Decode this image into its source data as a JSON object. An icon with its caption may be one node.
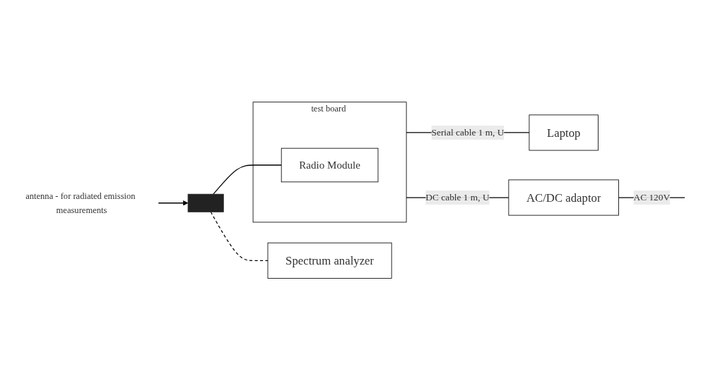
{
  "diagram": {
    "nodes": [
      {
        "text": [
          "antenna - for radiated emission measurements"
        ]
      },
      {
        "text": [],
        "shape": "bar"
      },
      {
        "text": [
          "test board"
        ]
      },
      {
        "text": [
          "Radio Module"
        ],
        "in": 2
      },
      {
        "text": [
          "Laptop"
        ]
      },
      {
        "text": [
          "AC/DC adaptor"
        ]
      },
      {
        "text": [
          "Spectrum analyzer"
        ]
      }
    ],
    "edges": [
      {
        "from": 0,
        "to": 1,
        "arrow": "to"
      },
      {
        "from": 1,
        "to": 3,
        "arrow": "none"
      },
      {
        "from": 1,
        "to": 6,
        "arrow": "none",
        "style": "dashed"
      },
      {
        "from": 2,
        "to": 4,
        "arrow": "none",
        "label": "Serial cable 1 m, U"
      },
      {
        "from": 2,
        "to": 5,
        "arrow": "none",
        "label": "DC cable 1 m, U"
      },
      {
        "from": 5,
        "to": null,
        "arrow": "none",
        "label": "AC 120V"
      }
    ]
  }
}
